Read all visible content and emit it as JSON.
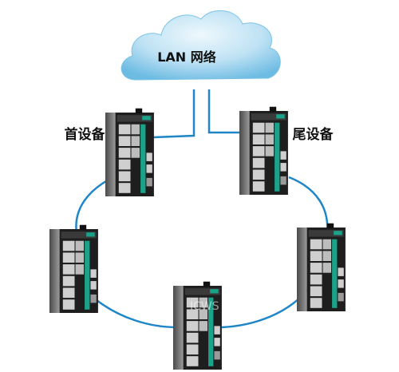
{
  "cloud": {
    "label": "LAN 网络"
  },
  "labels": {
    "head_device": "首设备",
    "tail_device": "尾设备"
  },
  "watermark": "ICWS",
  "colors": {
    "ring": "#1f86c8",
    "cloud_light": "#e3f3fb",
    "cloud_mid": "#a9d7ef",
    "cloud_dark": "#5fb3df",
    "switch_body": "#2b2b2b",
    "switch_accent": "#1aa38a",
    "port": "#cfcfcf"
  },
  "devices": [
    {
      "id": "head",
      "role": "head"
    },
    {
      "id": "tail",
      "role": "tail"
    },
    {
      "id": "left",
      "role": "member"
    },
    {
      "id": "right",
      "role": "member"
    },
    {
      "id": "bottom",
      "role": "member"
    }
  ]
}
